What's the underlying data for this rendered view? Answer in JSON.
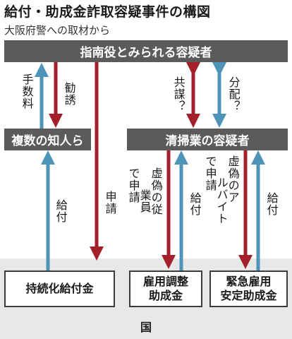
{
  "header": {
    "title": "給付・助成金詐取容疑事件の構図",
    "subtitle": "大阪府警への取材から"
  },
  "boxes": {
    "ringleader": "指南役とみられる容疑者",
    "acquaintances": "複数の知人ら",
    "cleaning_suspect": "清掃業の容疑者",
    "jizoku": "持続化給付金",
    "koyou_chousei_1": "雇用調整",
    "koyou_chousei_2": "助成金",
    "kinkyu_1": "緊急雇用",
    "kinkyu_2": "安定助成金",
    "country": "国"
  },
  "labels": {
    "commission": "手数料",
    "solicit": "勧誘",
    "conspiracy": "共謀？",
    "distribution": "分配？",
    "benefit": "給付",
    "apply": "申請",
    "fake_employee_col1": "虚偽の従",
    "fake_employee_col2": "業員",
    "fake_employee_col3": "で申請",
    "fake_part_time_col1": "虚偽のア",
    "fake_part_time_col2": "ルバイト",
    "fake_part_time_col3": "で申請"
  },
  "colors": {
    "red_arrow": "#a31f2c",
    "blue_arrow": "#4e93b8",
    "box_gray": "#5b5b5b",
    "bottom_gray": "#e8e8e8"
  }
}
